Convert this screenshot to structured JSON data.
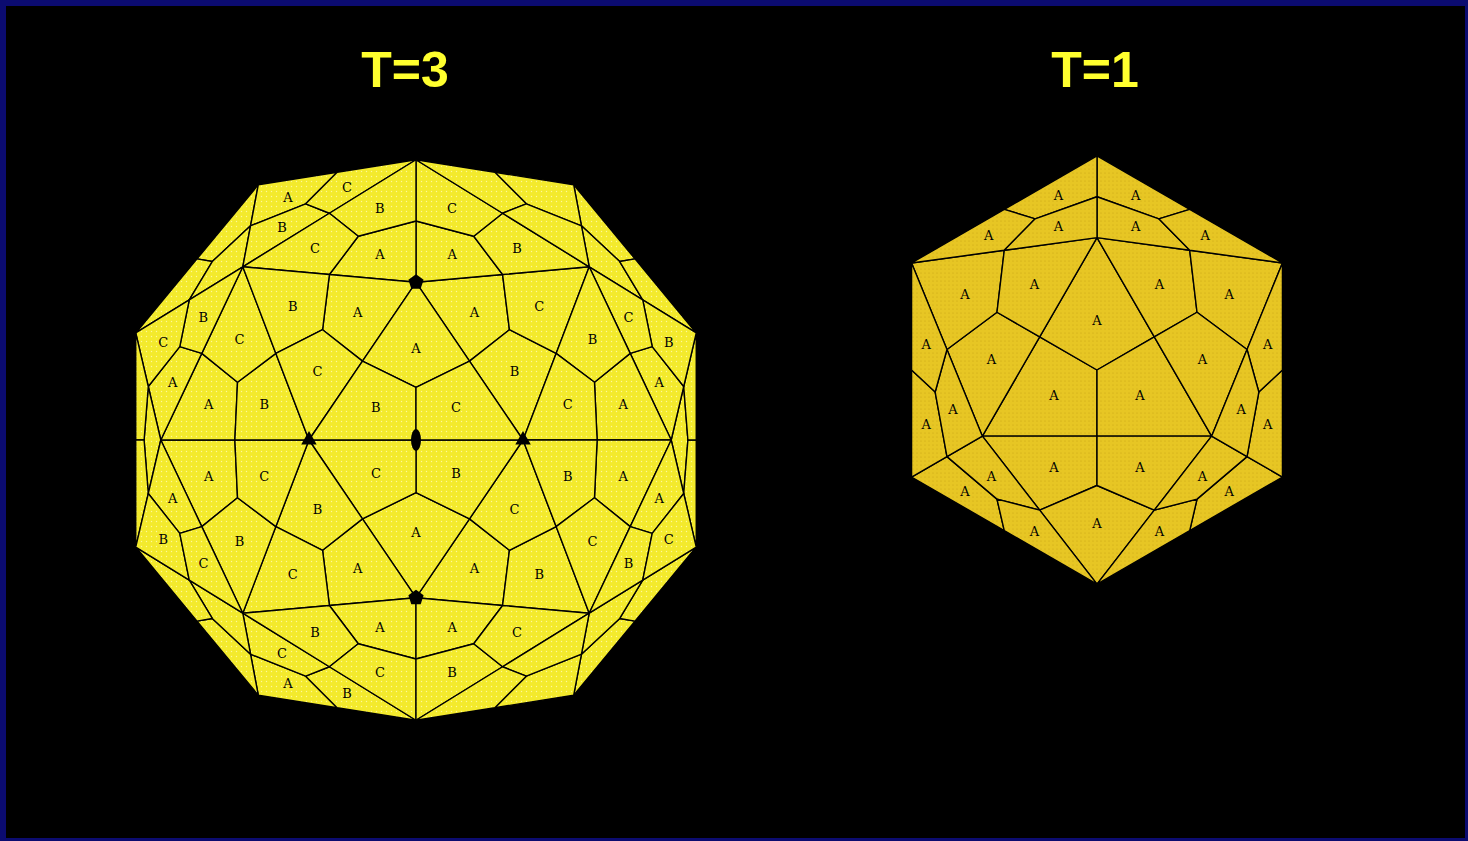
{
  "diagram": {
    "labels": [
      "T=3",
      "T=1",
      "A",
      "B",
      "C",
      "A",
      "B",
      "C",
      "A",
      "B",
      "C",
      "A",
      "B",
      "C",
      "A",
      "B",
      "C",
      "A",
      "B",
      "C",
      "A",
      "B",
      "C",
      "A",
      "B",
      "C",
      "A",
      "B",
      "C",
      "A",
      "B",
      "C",
      "A",
      "B",
      "C",
      "A",
      "B",
      "C",
      "A",
      "B",
      "C",
      "A",
      "B",
      "C",
      "A",
      "B",
      "C",
      "A",
      "B",
      "C",
      "A",
      "B",
      "C",
      "A",
      "B",
      "C",
      "A",
      "B",
      "C",
      "A",
      "B",
      "C",
      "A",
      "A",
      "A",
      "A",
      "A",
      "A",
      "A",
      "A",
      "A",
      "A",
      "A",
      "A",
      "A",
      "A",
      "A",
      "A",
      "A",
      "A",
      "A",
      "A",
      "A",
      "A",
      "A",
      "A",
      "A",
      "A",
      "A",
      "A",
      "A",
      "A"
    ]
  }
}
